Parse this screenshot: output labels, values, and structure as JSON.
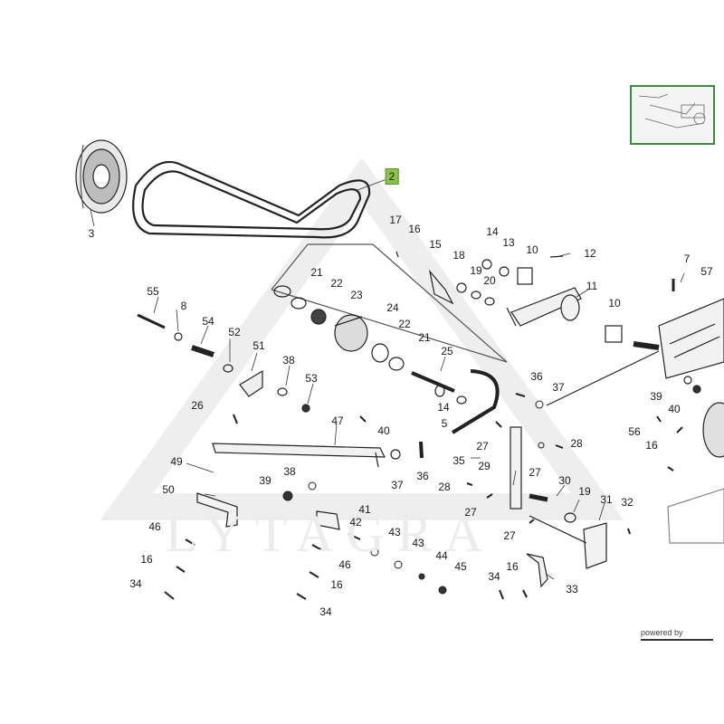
{
  "diagram": {
    "watermark": "LYTAGRA",
    "selected_part": "2",
    "highlight_color": "#8bc34a",
    "thumbnail_border_color": "#3d8b3d",
    "callouts": [
      "2",
      "3",
      "17",
      "16",
      "14",
      "13",
      "15",
      "18",
      "19",
      "10",
      "12",
      "20",
      "11",
      "21",
      "22",
      "23",
      "24",
      "55",
      "8",
      "54",
      "52",
      "51",
      "10",
      "7",
      "57",
      "22",
      "21",
      "25",
      "53",
      "36",
      "37",
      "38",
      "39",
      "40",
      "26",
      "14",
      "47",
      "40",
      "56",
      "16",
      "5",
      "35",
      "27",
      "28",
      "49",
      "36",
      "37",
      "29",
      "27",
      "38",
      "39",
      "50",
      "30",
      "19",
      "31",
      "32",
      "28",
      "27",
      "41",
      "42",
      "46",
      "43",
      "46",
      "27",
      "43",
      "44",
      "45",
      "16",
      "16",
      "34",
      "34",
      "16",
      "33",
      "34"
    ]
  },
  "footer": {
    "powered_by": "powered by"
  }
}
